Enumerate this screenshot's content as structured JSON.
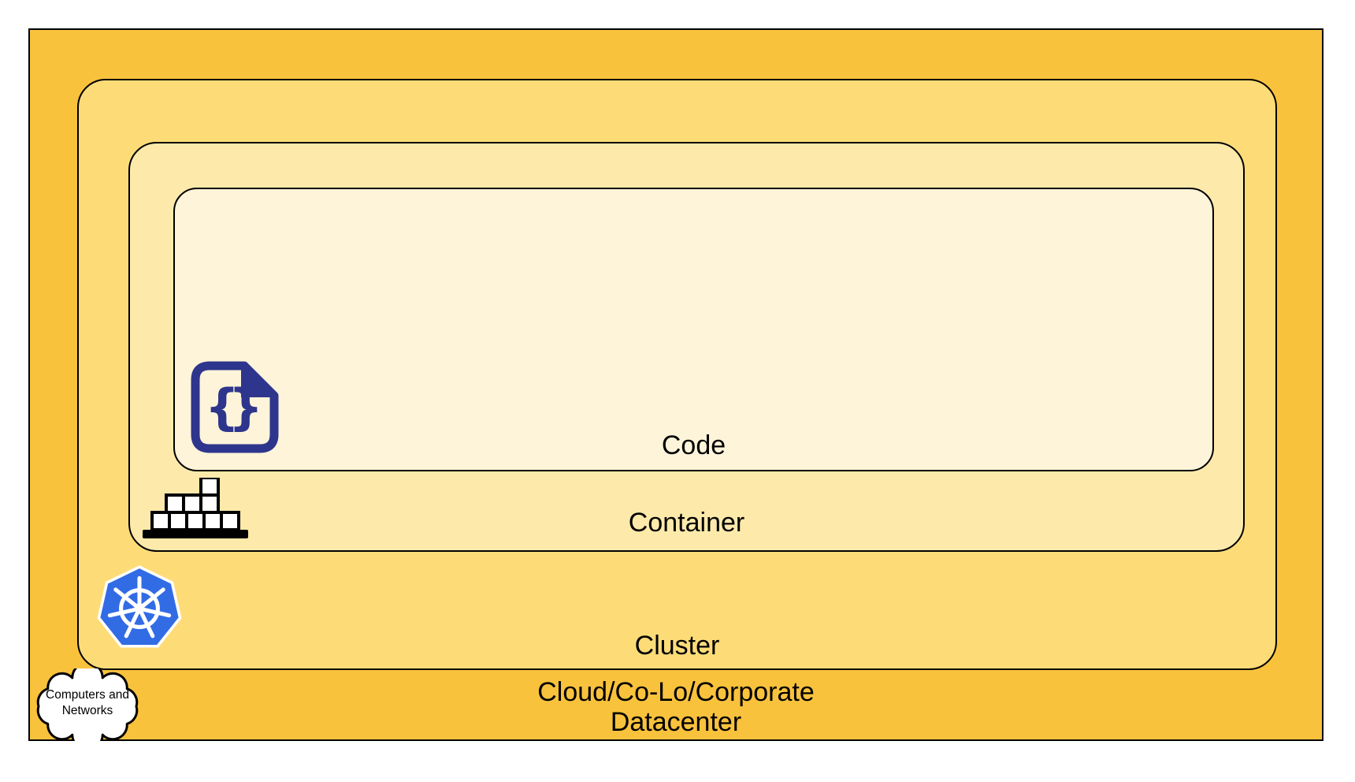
{
  "layers": {
    "code": {
      "label": "Code"
    },
    "container": {
      "label": "Container"
    },
    "cluster": {
      "label": "Cluster"
    },
    "datacenter": {
      "label_line1": "Cloud/Co-Lo/Corporate",
      "label_line2": "Datacenter"
    }
  },
  "callout": {
    "line1": "Computers and",
    "line2": "Networks"
  },
  "icons": {
    "code": "code-file-braces-icon",
    "container": "stacked-containers-icon",
    "cluster": "kubernetes-helm-icon",
    "datacenter": "cloud-icon"
  },
  "colors": {
    "border": "#000000",
    "datacenter-fill": "#F9C23D",
    "cluster-fill": "#FDDC78",
    "container-fill": "#FDEAAB",
    "code-fill": "#FDF4D9",
    "code-icon-navy": "#2E358C",
    "kubernetes-blue": "#326CE5",
    "icon-white": "#FFFFFF",
    "icon-black": "#000000"
  }
}
